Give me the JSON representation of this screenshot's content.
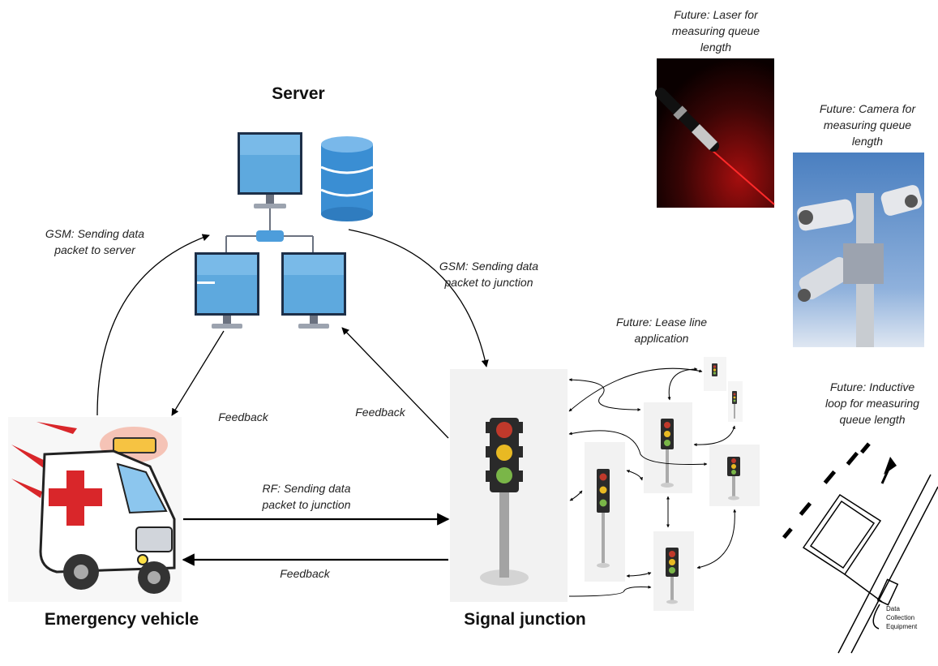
{
  "nodes": {
    "server": {
      "title": "Server"
    },
    "emergency_vehicle": {
      "title": "Emergency vehicle"
    },
    "signal_junction": {
      "title": "Signal junction"
    }
  },
  "edges": {
    "gsm_to_server": "GSM: Sending data packet to server",
    "gsm_to_junction": "GSM: Sending data packet to junction",
    "feedback_server_vehicle": "Feedback",
    "feedback_junction_server": "Feedback",
    "rf_to_junction": "RF: Sending data packet to junction",
    "feedback_junction_vehicle": "Feedback"
  },
  "future": {
    "laser": "Future: Laser for measuring queue length",
    "camera": "Future: Camera for measuring queue length",
    "lease_line": "Future: Lease line application",
    "inductive_loop": "Future: Inductive loop for measuring queue length"
  },
  "inductive_loop_drawing": {
    "equipment_label": "Data Collection Equipment"
  },
  "colors": {
    "monitor": "#5da8dc",
    "database": "#3b8fd4",
    "ambulance_cross": "#d9262a",
    "laser_beam": "#e01010"
  }
}
